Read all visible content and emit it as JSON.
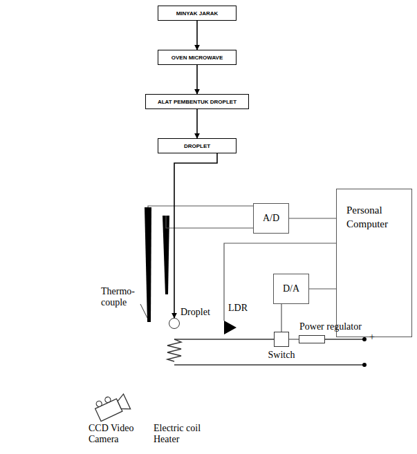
{
  "diagram": {
    "nodes": [
      {
        "text": [
          "MINYAK JARAK"
        ]
      },
      {
        "text": [
          "OVEN MICROWAVE"
        ]
      },
      {
        "text": [
          "ALAT PEMBENTUK DROPLET"
        ]
      },
      {
        "text": [
          "DROPLET"
        ]
      },
      {
        "text": [
          "A/D"
        ]
      },
      {
        "text": [
          "Personal Computer"
        ]
      },
      {
        "text": [
          "D/A"
        ]
      },
      {
        "text": [
          "Droplet"
        ]
      },
      {
        "text": [
          "Switch"
        ]
      },
      {
        "text": [
          "Power regulator"
        ]
      }
    ],
    "edges": [
      {
        "from": 0,
        "to": 1,
        "arrow": "to"
      },
      {
        "from": 1,
        "to": 2,
        "arrow": "to"
      },
      {
        "from": 2,
        "to": 3,
        "arrow": "to"
      },
      {
        "from": 3,
        "to": 7,
        "arrow": "to"
      },
      {
        "from": 4,
        "to": 5,
        "arrow": "none"
      },
      {
        "from": 6,
        "to": 5,
        "arrow": "none"
      },
      {
        "from": 8,
        "to": 6,
        "arrow": "none"
      },
      {
        "from": 8,
        "to": 9,
        "arrow": "none"
      }
    ],
    "labels": [
      "Thermo- couple",
      "LDR",
      "+",
      "CCD Video Camera",
      "Electric coil Heater"
    ]
  }
}
